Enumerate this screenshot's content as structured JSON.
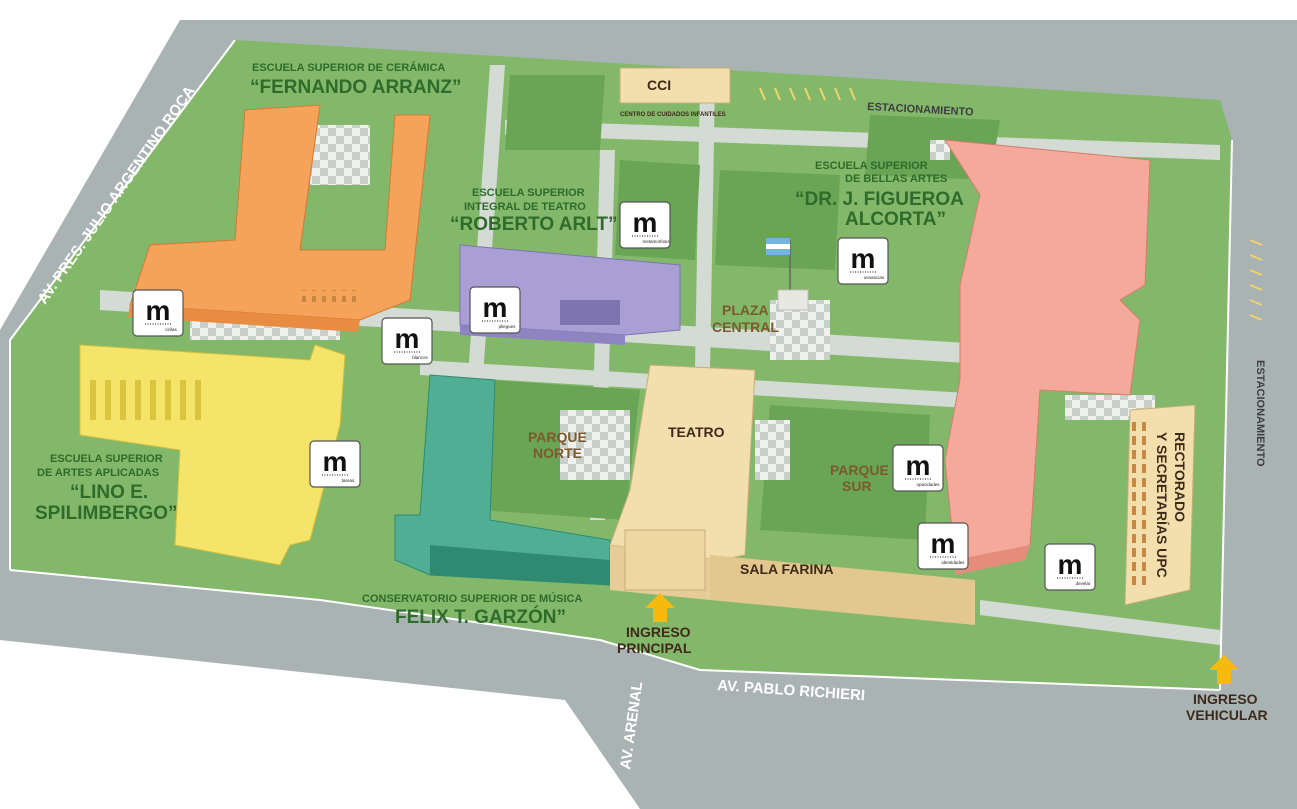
{
  "map": {
    "roads": {
      "roca": "AV. PRES. JULIO ARGENTINO ROCA",
      "richieri": "AV. PABLO RICHIERI",
      "arenal": "AV. ARENAL"
    },
    "parking": {
      "top": "ESTACIONAMIENTO",
      "right": "ESTACIONAMIENTO"
    },
    "schools": {
      "ceramica": {
        "line1": "ESCUELA SUPERIOR DE CERÁMICA",
        "name": "“FERNANDO ARRANZ”"
      },
      "teatro": {
        "line1": "ESCUELA SUPERIOR",
        "line2": "INTEGRAL DE TEATRO",
        "name": "“ROBERTO ARLT”"
      },
      "bellas": {
        "line1": "Escuela superior",
        "line2": "DE BELLAS ARTES",
        "name1": "“DR. J. FIGUEROA",
        "name2": "ALCORTA”"
      },
      "aplicadas": {
        "line1": "ESCUELA SUPERIOR",
        "line2": "DE ARTES APLICADAS",
        "name1": "“LINO E.",
        "name2": "SPILIMBERGO”"
      },
      "musica": {
        "line1": "CONSERVATORIO SUPERIOR DE MÚSICA",
        "name": "FELIX T. GARZÓN”"
      }
    },
    "places": {
      "cci": "CCI",
      "cci_sub": "CENTRO DE CUIDADOS INFANTILES",
      "plaza1": "PLAZA",
      "plaza2": "CENTRAL",
      "teatro": "TEATRO",
      "sala_farina": "SALA FARINA",
      "parque_norte1": "PARQUE",
      "parque_norte2": "NORTE",
      "parque_sur1": "PARQUE",
      "parque_sur2": "SUR",
      "rectorado1": "RECTORADO",
      "rectorado2": "Y SECRETARÍAS UPC"
    },
    "entrances": {
      "principal1": "INGRESO",
      "principal2": "PRINCIPAL",
      "vehicular1": "INGRESO",
      "vehicular2": "VEHICULAR"
    },
    "markers": [
      {
        "letter": "m",
        "code": "metamorfosis"
      },
      {
        "letter": "m",
        "code": "cirilas"
      },
      {
        "letter": "m",
        "code": "blancos"
      },
      {
        "letter": "m",
        "code": "pliegues"
      },
      {
        "letter": "m",
        "code": "usnancias"
      },
      {
        "letter": "m",
        "code": "tareas"
      },
      {
        "letter": "m",
        "code": "opacidades"
      },
      {
        "letter": "m",
        "code": "identidades"
      },
      {
        "letter": "m",
        "code": "develar"
      }
    ],
    "colors": {
      "road": "#a9b3b4",
      "grass": "#83b86a",
      "grass_dark": "#6aa455",
      "path": "#d3dbd4",
      "ceramica": "#f5a25b",
      "teatro": "#a99fd4",
      "bellas": "#f5a99a",
      "aplicadas": "#f4e46a",
      "musica": "#4fae94",
      "teatro_building": "#f3deae",
      "label_green": "#2f6b2a",
      "arrow": "#f6b90e"
    }
  }
}
